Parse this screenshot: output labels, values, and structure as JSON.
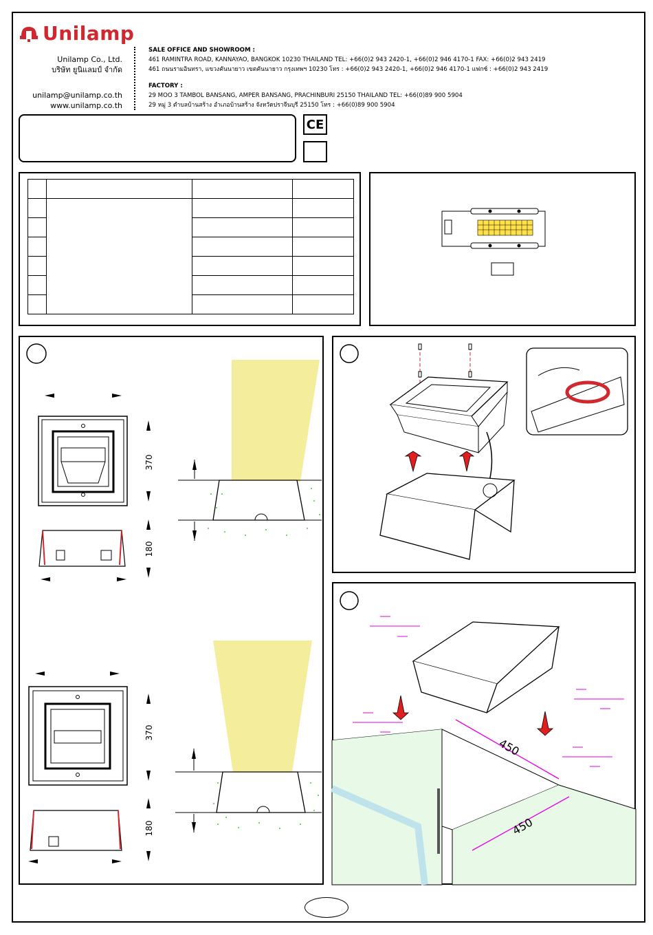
{
  "brand": {
    "name": "Unilamp",
    "color": "#d0282e"
  },
  "company": {
    "name_en": "Unilamp Co., Ltd.",
    "name_th": "บริษัท ยูนิแลมป์ จำกัด",
    "email": "unilamp@unilamp.co.th",
    "website": "www.unilamp.co.th"
  },
  "sale_office": {
    "heading": "SALE OFFICE AND SHOWROOM :",
    "line_en": "461 RAMINTRA ROAD, KANNAYAO, BANGKOK 10230 THAILAND TEL: +66(0)2 943 2420-1, +66(0)2 946 4170-1 FAX: +66(0)2 943 2419",
    "line_th": "461 ถนนรามอินทรา, แขวงคันนายาว เขตคันนายาว กรุงเทพฯ 10230 โทร : +66(0)2 943 2420-1, +66(0)2 946 4170-1 แฟกซ์ : +66(0)2 943 2419"
  },
  "factory": {
    "heading": "FACTORY :",
    "line_en": "29 MOO 3 TAMBOL BANSANG, AMPER BANSANG, PRACHINBURI 25150 THAILAND TEL: +66(0)89 900 5904",
    "line_th": "29 หมู่ 3 ตำบลบ้านสร้าง อำเภอบ้านสร้าง จังหวัดปราจีนบุรี 25150 โทร : +66(0)89 900 5904"
  },
  "marks": {
    "ce": "CE"
  },
  "dimensions": {
    "height_upper": "370",
    "height_lower": "180",
    "height_upper_2": "370",
    "height_lower_2": "180",
    "pit_width": "450",
    "pit_depth": "450"
  },
  "colors": {
    "accent_red": "#d0282e",
    "magenta": "#e600e6",
    "light_beam": "#f4ee9c",
    "soil_green": "#3fd13f",
    "pipe_blue": "#bfe3ea"
  }
}
